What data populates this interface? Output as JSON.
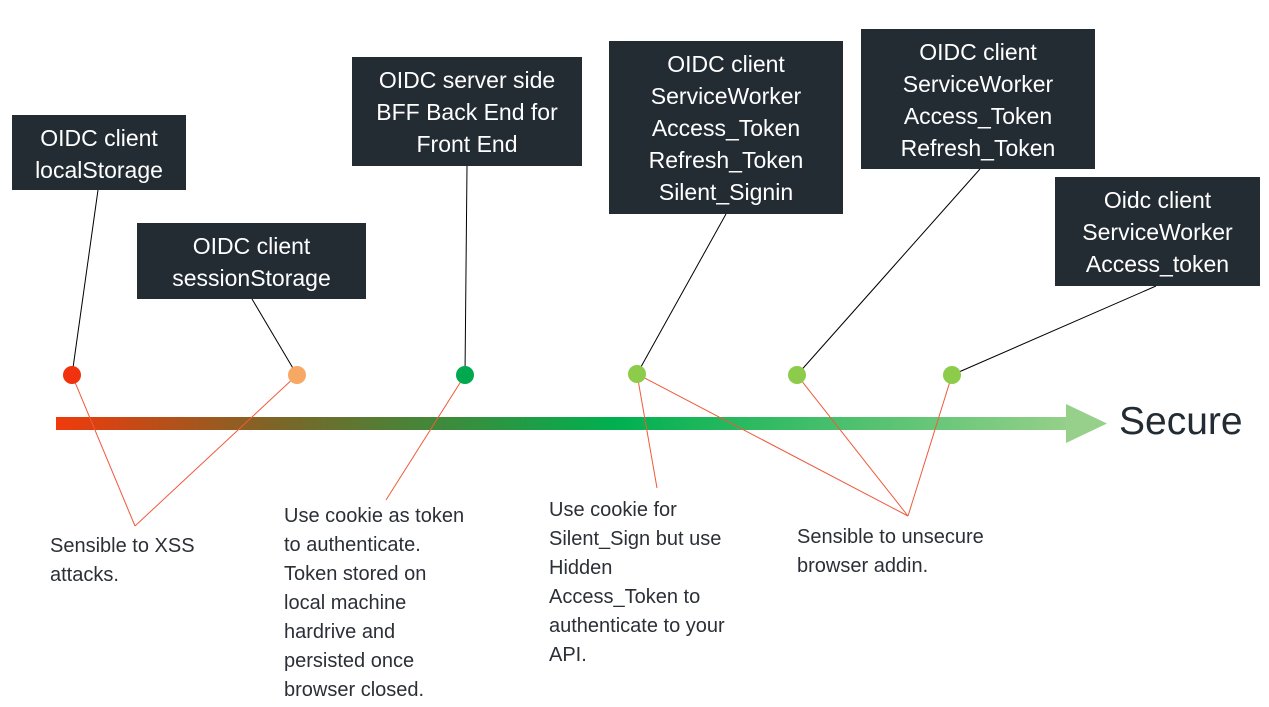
{
  "axis": {
    "label": "Secure",
    "gradient_colors": [
      "#f03a0c",
      "#7a6628",
      "#00b050",
      "#96d08a"
    ]
  },
  "options": [
    {
      "label_lines": [
        "OIDC client",
        "localStorage"
      ],
      "dot_color": "#f0320e"
    },
    {
      "label_lines": [
        "OIDC client",
        "sessionStorage"
      ],
      "dot_color": "#f6a864"
    },
    {
      "label_lines": [
        "OIDC server side",
        "BFF Back End for",
        "Front End"
      ],
      "dot_color": "#00a850"
    },
    {
      "label_lines": [
        "OIDC client",
        "ServiceWorker",
        "Access_Token",
        "Refresh_Token",
        "Silent_Signin"
      ],
      "dot_color": "#8ccc4a"
    },
    {
      "label_lines": [
        "OIDC client",
        "ServiceWorker",
        "Access_Token",
        "Refresh_Token"
      ],
      "dot_color": "#8ccc4a"
    },
    {
      "label_lines": [
        "Oidc client",
        "ServiceWorker",
        "Access_token"
      ],
      "dot_color": "#8ccc4a"
    }
  ],
  "notes": [
    {
      "lines": [
        "Sensible to XSS",
        "attacks."
      ]
    },
    {
      "lines": [
        "Use cookie as token",
        "to authenticate.",
        "Token stored on",
        "local machine",
        "hardrive and",
        "persisted once",
        "browser closed."
      ]
    },
    {
      "lines": [
        "Use cookie for",
        "Silent_Sign but use",
        "Hidden",
        "Access_Token to",
        "authenticate to your",
        "API."
      ]
    },
    {
      "lines": [
        "Sensible to unsecure",
        "browser addin."
      ]
    }
  ],
  "colors": {
    "box_bg": "#232b33",
    "leader_line": "#000000",
    "annotation_line": "#f05a3c"
  }
}
